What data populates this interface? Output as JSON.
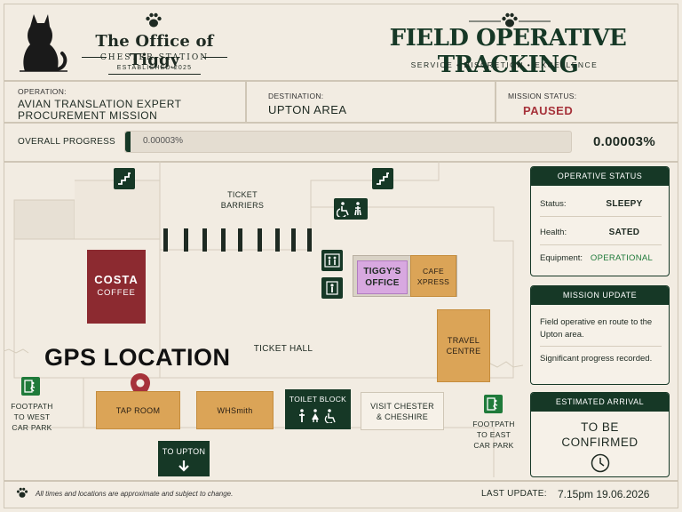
{
  "brand": {
    "name": "The Office of Tiggy",
    "subtitle": "CHESTER STATION",
    "established": "ESTABLISHED 2025"
  },
  "header": {
    "title": "FIELD OPERATIVE TRACKING",
    "tagline": "SERVICE  •  DISCRETION  •  EXCELLENCE"
  },
  "info": {
    "operation_label": "OPERATION:",
    "operation_value": "AVIAN TRANSLATION EXPERT PROCUREMENT MISSION",
    "destination_label": "DESTINATION:",
    "destination_value": "UPTON AREA",
    "status_label": "MISSION STATUS:",
    "status_value": "PAUSED"
  },
  "progress": {
    "label": "OVERALL PROGRESS",
    "inline_text": "0.00003%",
    "value_text": "0.00003%",
    "fraction": 3e-07
  },
  "map": {
    "ticket_barriers": "TICKET\nBARRIERS",
    "ticket_hall": "TICKET HALL",
    "costa_name": "COSTA",
    "costa_sub": "COFFEE",
    "tiggys_office": "TIGGY'S\nOFFICE",
    "cafe_xpress": "CAFE\nXPRESS",
    "travel_centre": "TRAVEL\nCENTRE",
    "gps_location": "GPS LOCATION",
    "tap_room": "TAP ROOM",
    "whsmith": "WHSmith",
    "toilet_block": "TOILET BLOCK",
    "visit_chester": "VISIT CHESTER\n& CHESHIRE",
    "to_upton": "TO UPTON",
    "footpath_west": "FOOTPATH\nTO WEST\nCAR PARK",
    "footpath_east": "FOOTPATH\nTO EAST\nCAR PARK",
    "icons": [
      "stairs-icon",
      "accessible-icon",
      "person-icon",
      "lift-icon",
      "exit-icon",
      "location-pin-icon",
      "arrow-down-icon"
    ]
  },
  "operative_status": {
    "title": "OPERATIVE STATUS",
    "rows": [
      {
        "label": "Status:",
        "value": "SLEEPY"
      },
      {
        "label": "Health:",
        "value": "SATED"
      },
      {
        "label": "Equipment:",
        "value": "OPERATIONAL"
      }
    ]
  },
  "mission_update": {
    "title": "MISSION UPDATE",
    "items": [
      "Field operative en route to the Upton area.",
      "Significant progress recorded."
    ]
  },
  "arrival": {
    "title": "ESTIMATED ARRIVAL",
    "value": "TO BE\nCONFIRMED"
  },
  "footer": {
    "note": "All times and locations are approximate and subject to change.",
    "last_update_label": "LAST UPDATE:",
    "last_update_value": "7.15pm 19.06.2026"
  },
  "colors": {
    "background": "#f2ece2",
    "brand_green": "#163826",
    "amber": "#dba457",
    "costa": "#8c2a30",
    "tiggy": "#d8a8e0",
    "paused": "#a6323a",
    "operational": "#1f7a3a"
  }
}
